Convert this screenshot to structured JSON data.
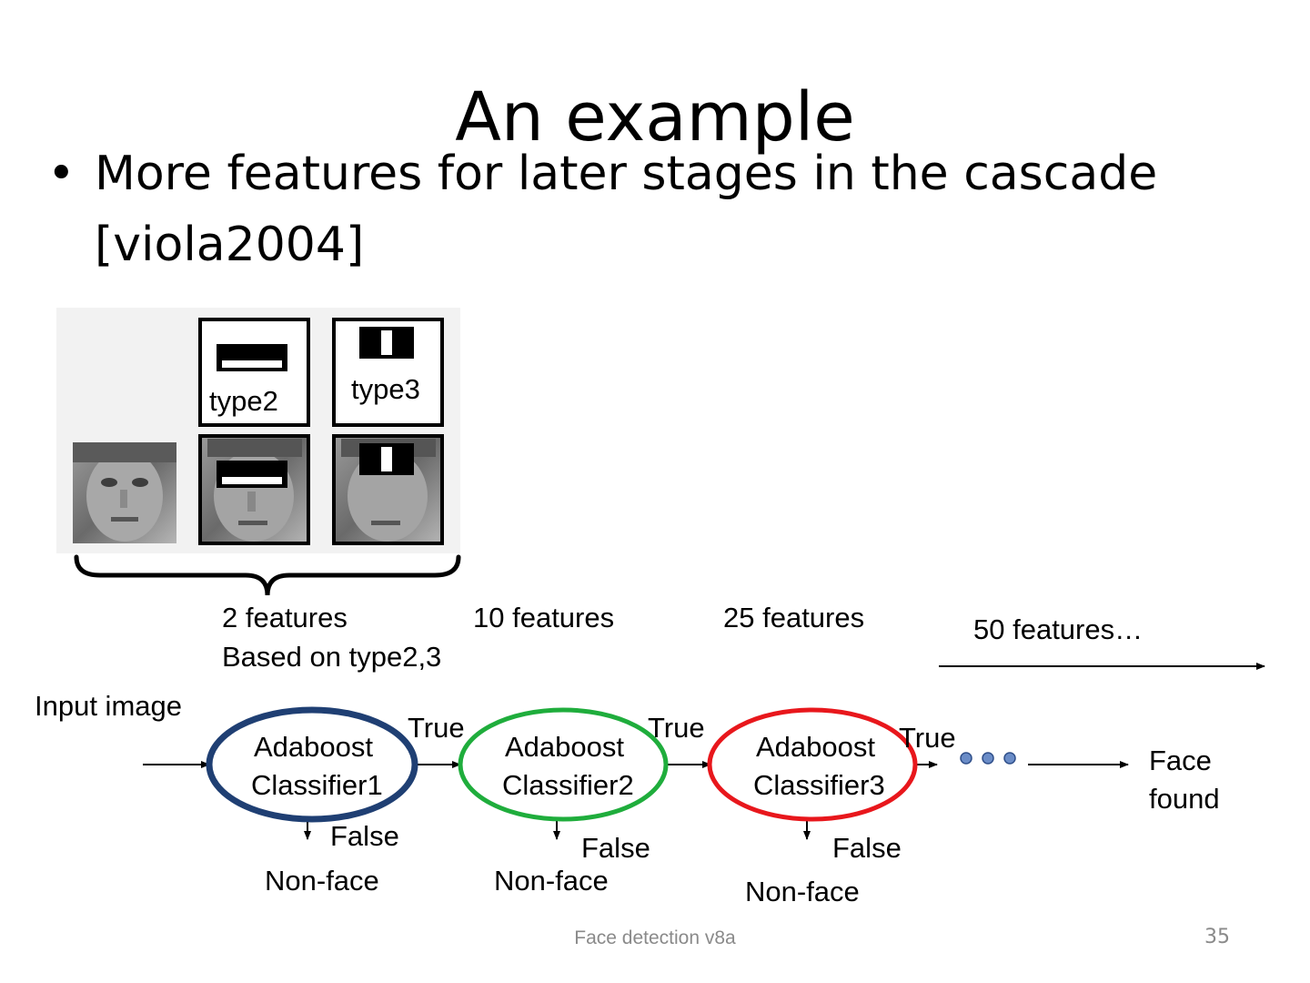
{
  "slide": {
    "title": "An example",
    "bullet": "More features for later stages in the cascade [viola2004]",
    "footer": "Face detection v8a",
    "page_number": "35"
  },
  "features_figure": {
    "type2_label": "type2",
    "type3_label": "type3"
  },
  "cascade": {
    "input_label": "Input image",
    "stage_feature_counts": [
      "2 features",
      "10 features",
      "25 features",
      "50 features…"
    ],
    "stage1_basis": "Based on type2,3",
    "classifiers": [
      {
        "line1": "Adaboost",
        "line2": "Classifier1",
        "ring_color": "#1f3f73"
      },
      {
        "line1": "Adaboost",
        "line2": "Classifier2",
        "ring_color": "#1fad3c"
      },
      {
        "line1": "Adaboost",
        "line2": "Classifier3",
        "ring_color": "#e8171c"
      }
    ],
    "true_label": "True",
    "false_label": "False",
    "reject_label": "Non-face",
    "output_line1": "Face",
    "output_line2": "found",
    "dots_color": "#6a8cc7"
  }
}
